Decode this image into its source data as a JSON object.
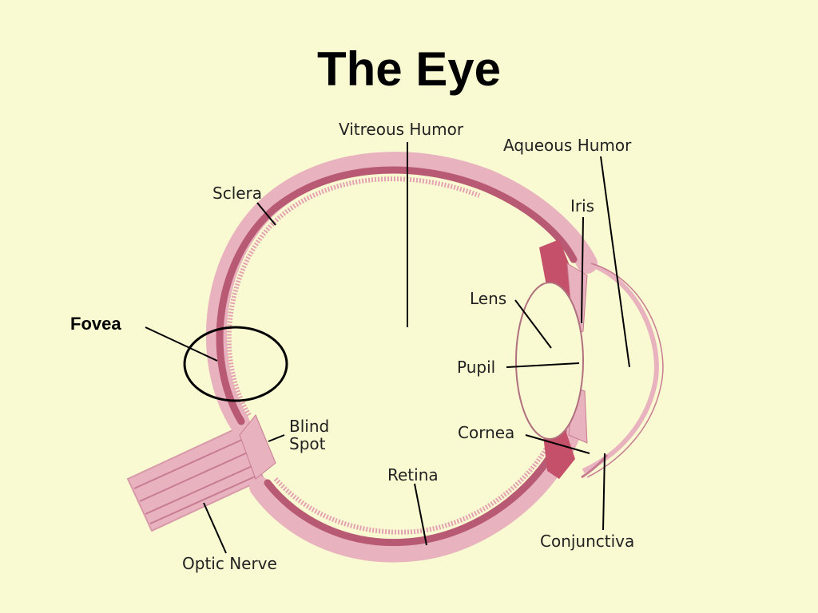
{
  "title": "The Eye",
  "labels": {
    "vitreous_humor": "Vitreous Humor",
    "aqueous_humor": "Aqueous Humor",
    "sclera": "Sclera",
    "iris": "Iris",
    "lens": "Lens",
    "fovea": "Fovea",
    "pupil": "Pupil",
    "blind_spot_line1": "Blind",
    "blind_spot_line2": "Spot",
    "cornea": "Cornea",
    "retina": "Retina",
    "conjunctiva": "Conjunctiva",
    "optic_nerve": "Optic Nerve"
  },
  "colors": {
    "background": "#fafad2",
    "sclera_pink": "#e8b3bf",
    "choroid_dark": "#b85a74",
    "retina_red": "#c4506a",
    "outline": "#000000"
  }
}
